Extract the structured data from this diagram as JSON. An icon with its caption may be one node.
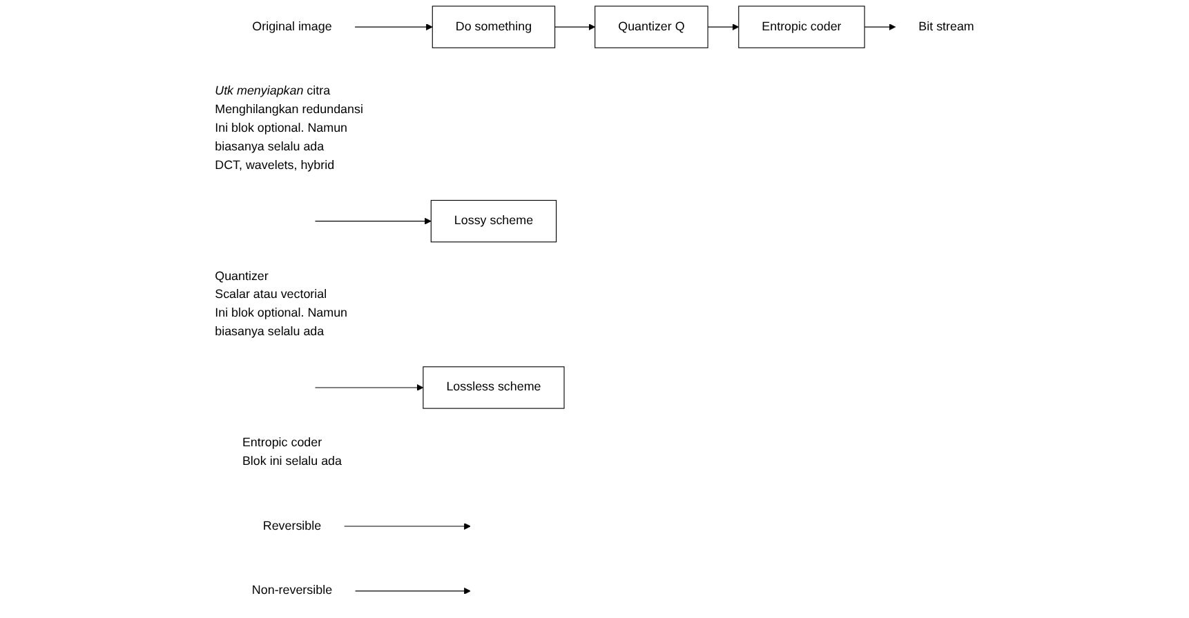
{
  "diagram": {
    "nodes": [
      {
        "text": [
          "Original image"
        ]
      },
      {
        "text": [
          "Do something"
        ],
        "beside": [
          "*Utk menyiapkan* citra",
          "Menghilangkan redundansi",
          "Ini blok optional. Namun biasanya selalu ada",
          "DCT, wavelets, hybrid"
        ]
      },
      {
        "text": [
          "Reversible"
        ]
      },
      {
        "text": [
          "Quantizer Q"
        ],
        "beside": [
          "Quantizer",
          "Scalar atau vectorial",
          "Ini blok optional. Namun biasanya selalu ada"
        ]
      },
      {
        "text": [
          "Non-reversible"
        ]
      },
      {
        "text": [
          "Entropic coder"
        ],
        "beside": [
          "Entropic coder",
          "Blok ini selalu ada"
        ]
      },
      {
        "text": [
          "Bit stream"
        ]
      },
      {
        "text": [
          "Lossy scheme"
        ]
      },
      {
        "text": [
          "Lossless scheme"
        ]
      }
    ],
    "edges": [
      {
        "from": 0,
        "to": 1,
        "arrow": "to"
      },
      {
        "from": 1,
        "to": 3,
        "arrow": "to"
      },
      {
        "from": 2,
        "to": null,
        "arrow": "to"
      },
      {
        "from": 3,
        "to": 5,
        "arrow": "to"
      },
      {
        "from": 4,
        "to": null,
        "arrow": "to"
      },
      {
        "from": 5,
        "to": 6,
        "arrow": "to"
      },
      {
        "from": null,
        "to": 7,
        "arrow": "to"
      },
      {
        "from": null,
        "to": 8,
        "arrow": "to"
      }
    ]
  }
}
